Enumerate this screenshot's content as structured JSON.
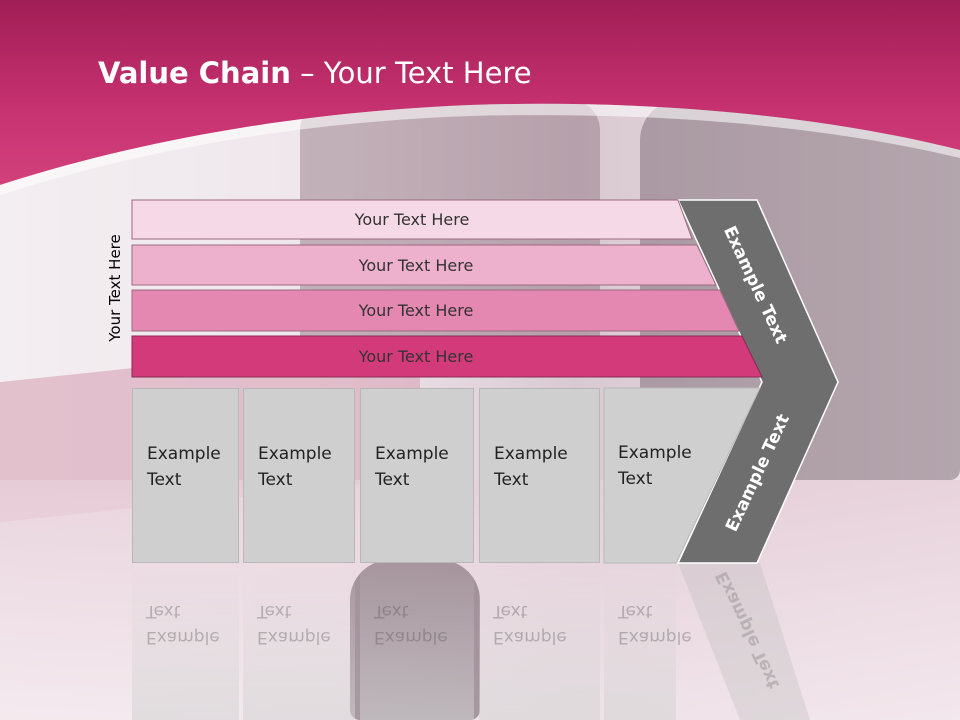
{
  "title": {
    "bold": "Value Chain",
    "rest": " – Your Text Here"
  },
  "side_label": "Your Text Here",
  "bars": [
    {
      "label": "Your Text Here",
      "color": "#f6d9e6"
    },
    {
      "label": "Your Text Here",
      "color": "#eeb1cd"
    },
    {
      "label": "Your Text Here",
      "color": "#e487b1"
    },
    {
      "label": "Your Text Here",
      "color": "#d33a79"
    }
  ],
  "boxes": [
    {
      "line1": "Example",
      "line2": "Text"
    },
    {
      "line1": "Example",
      "line2": "Text"
    },
    {
      "line1": "Example",
      "line2": "Text"
    },
    {
      "line1": "Example",
      "line2": "Text"
    },
    {
      "line1": "Example",
      "line2": "Text"
    }
  ],
  "chevron": {
    "upper": "Example Text",
    "lower": "Example Text",
    "color": "#6e6e6e"
  }
}
